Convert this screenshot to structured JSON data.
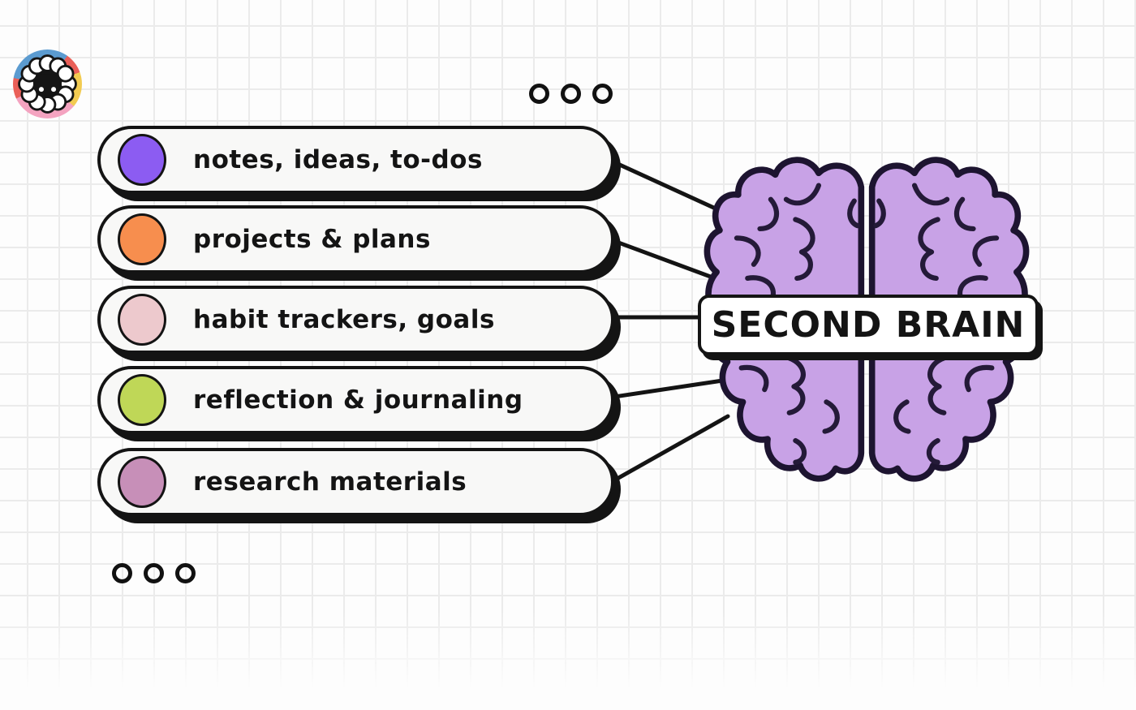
{
  "title": "SECOND BRAIN",
  "logo": {
    "icon": "sheep-mascot-badge",
    "ring_colors": [
      "#5b9bd0",
      "#ea5f58",
      "#f2cb51",
      "#f4a3c0"
    ],
    "face_color": "#151515",
    "wool_color": "#ffffff"
  },
  "decor": {
    "dots_top_count": 3,
    "dots_bottom_count": 3
  },
  "items": [
    {
      "label": "notes, ideas, to-dos",
      "color": "#8c5cf2"
    },
    {
      "label": "projects & plans",
      "color": "#f78e4e"
    },
    {
      "label": "habit trackers, goals",
      "color": "#edc9cd"
    },
    {
      "label": "reflection & journaling",
      "color": "#bfd757"
    },
    {
      "label": "research materials",
      "color": "#c78fb8"
    }
  ],
  "brain": {
    "label": "SECOND BRAIN",
    "fill": "#c8a2e6",
    "outline": "#1d1430"
  }
}
